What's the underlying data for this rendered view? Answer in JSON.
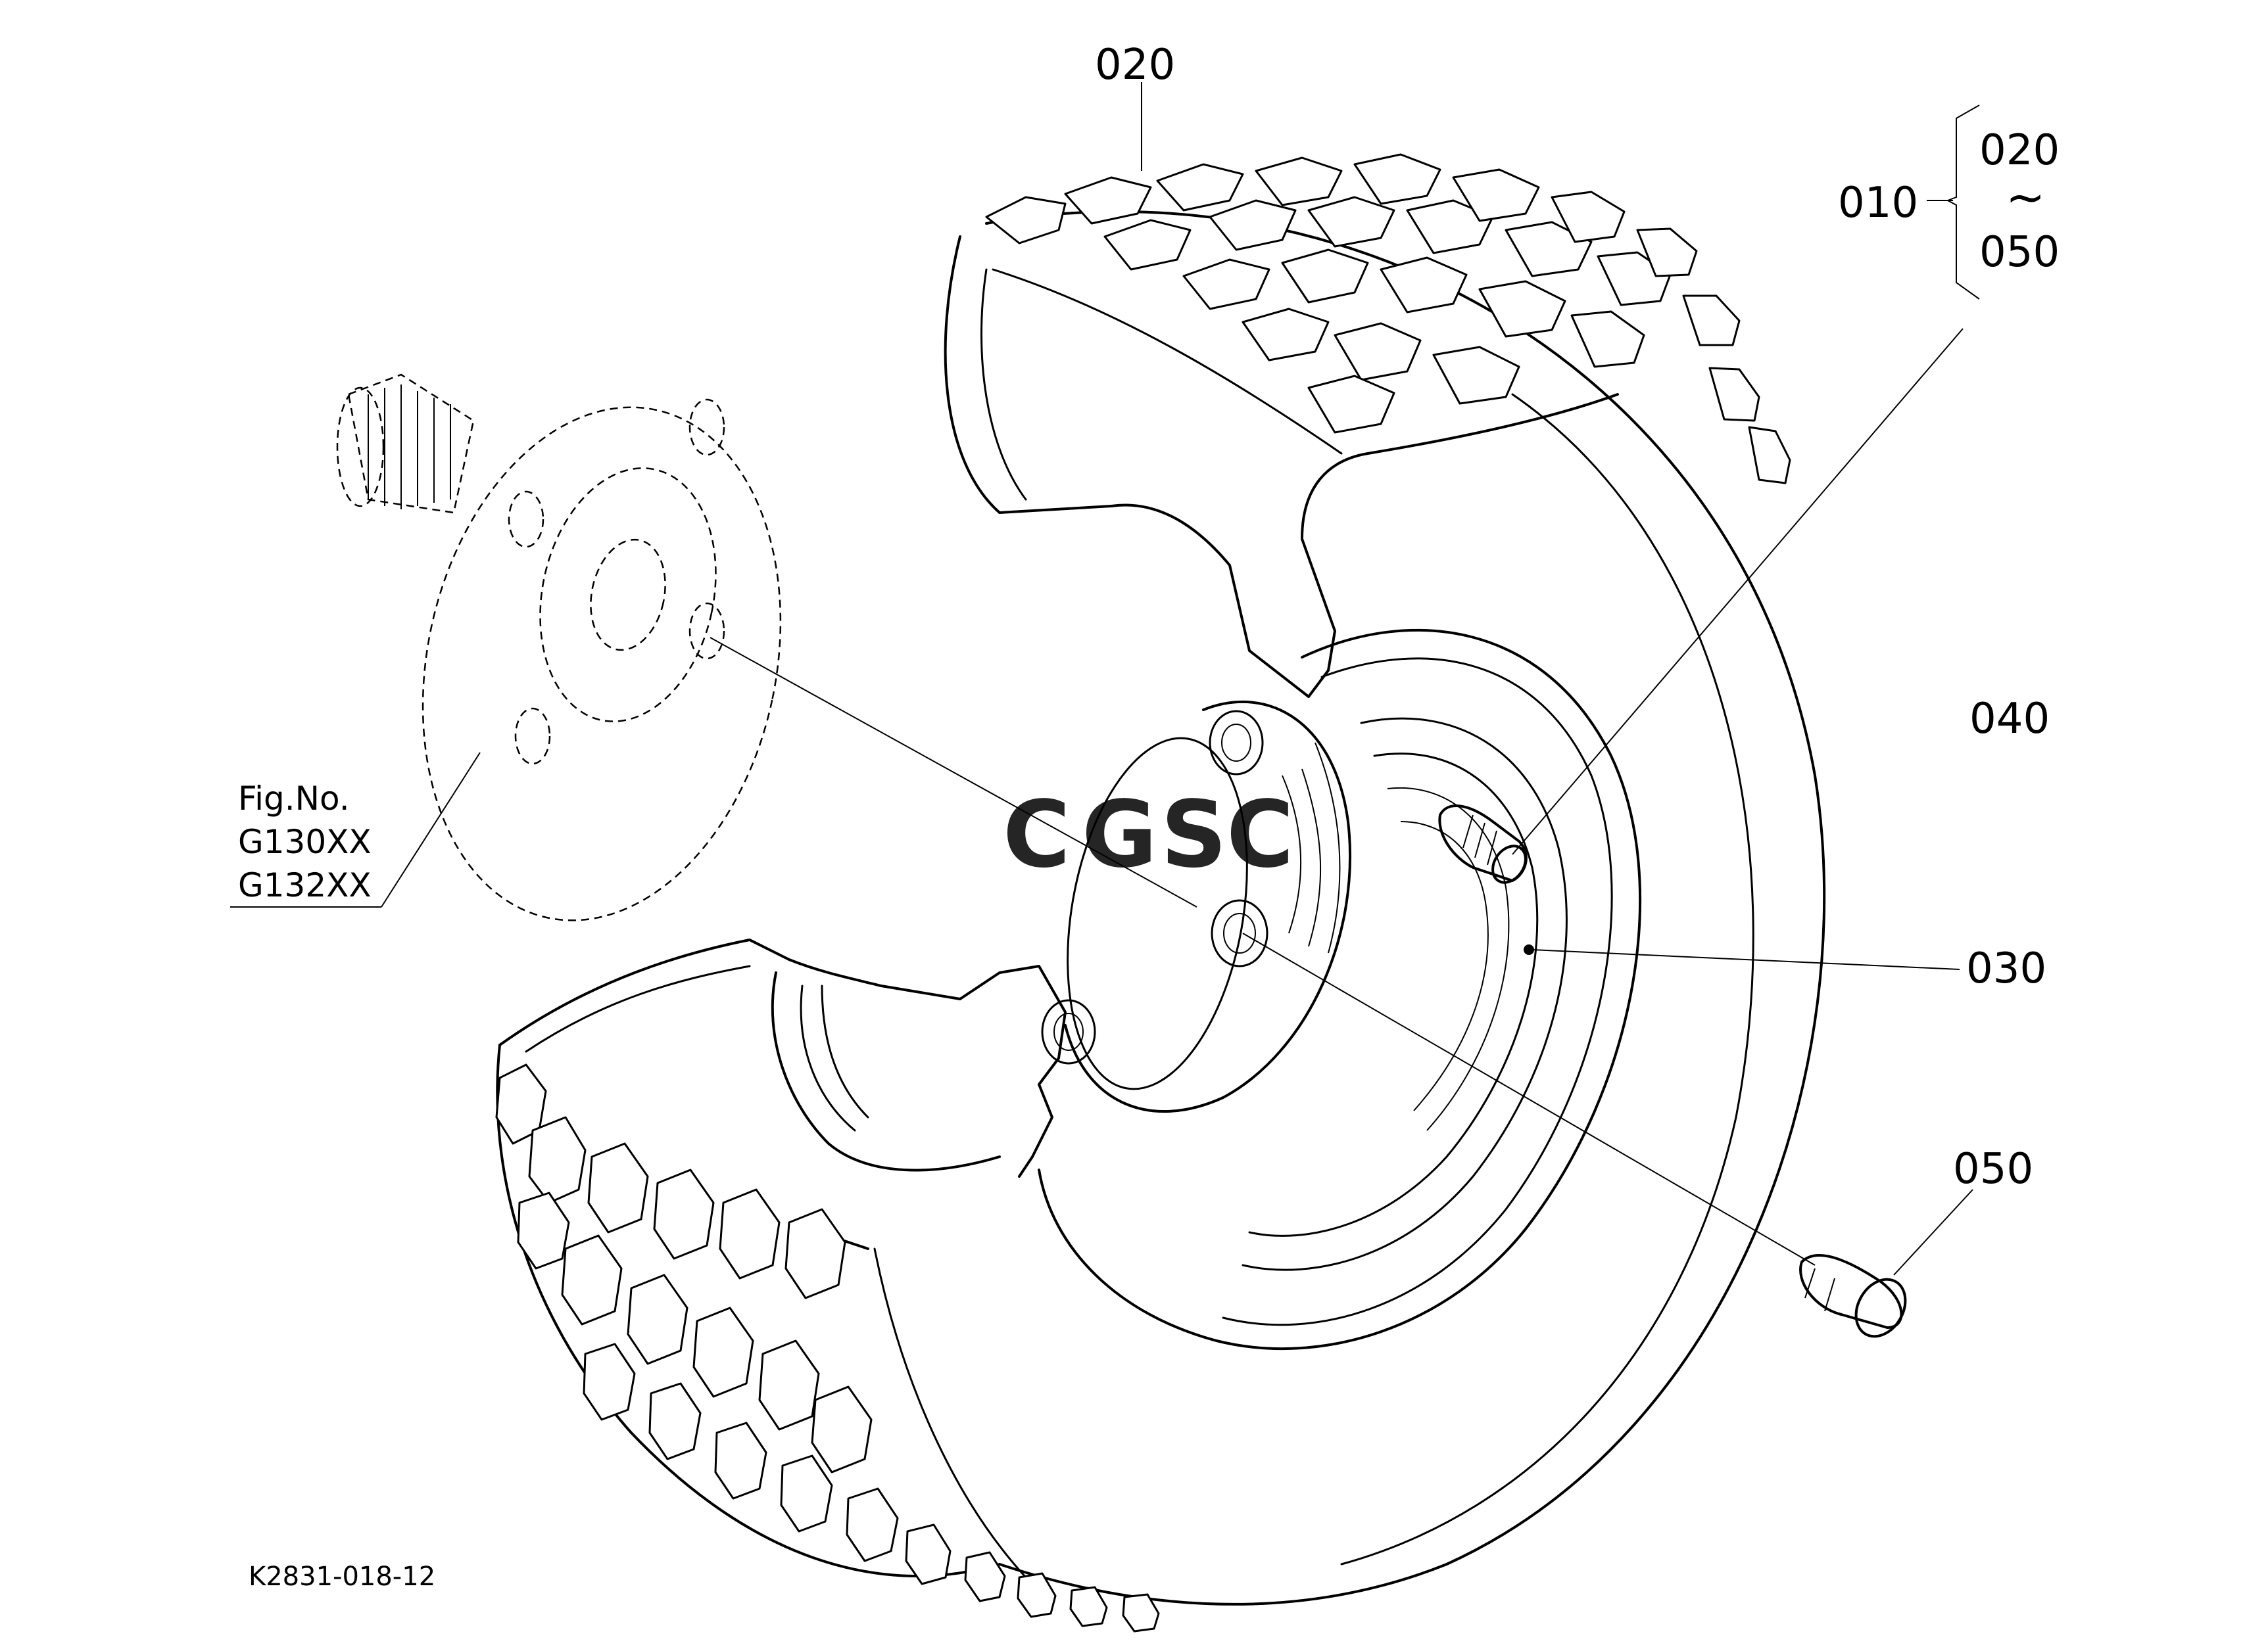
{
  "diagram": {
    "part_labels": {
      "p020_top": "020",
      "p010": "010",
      "range_start": "020",
      "range_sep": "~",
      "range_end": "050",
      "p040": "040",
      "p030": "030",
      "p050": "050"
    },
    "figure_reference": {
      "line1": "Fig.No.",
      "line2": "G130XX",
      "line3": "G132XX"
    },
    "watermark": "CGSC",
    "watermark_colors": [
      "#4285F4",
      "#EA4335",
      "#FBBC05",
      "#34A853"
    ],
    "drawing_code": "K2831-018-12"
  }
}
